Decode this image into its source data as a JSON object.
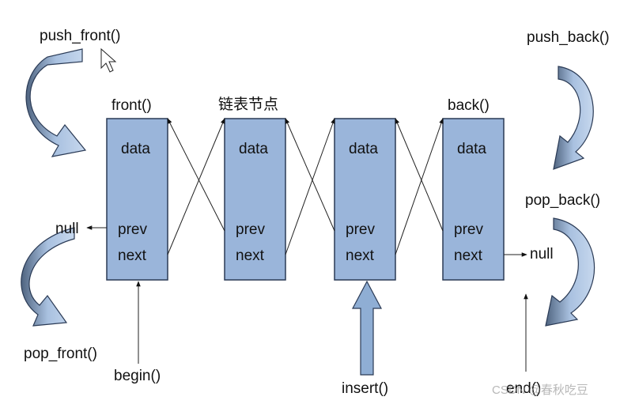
{
  "labels": {
    "push_front": "push_front()",
    "push_back": "push_back()",
    "pop_front": "pop_front()",
    "pop_back": "pop_back()",
    "front": "front()",
    "back": "back()",
    "node_title": "链表节点",
    "null_left": "null",
    "null_right": "null",
    "begin": "begin()",
    "insert": "insert()",
    "end": "end()"
  },
  "nodes": [
    {
      "data": "data",
      "prev": "prev",
      "next": "next"
    },
    {
      "data": "data",
      "prev": "prev",
      "next": "next"
    },
    {
      "data": "data",
      "prev": "prev",
      "next": "next"
    },
    {
      "data": "data",
      "prev": "prev",
      "next": "next"
    }
  ],
  "watermark": "CSDN @春秋吃豆",
  "colors": {
    "node_fill": "#9ab5da",
    "arrow_fill": "#8faed4",
    "outline": "#2a3a55"
  }
}
